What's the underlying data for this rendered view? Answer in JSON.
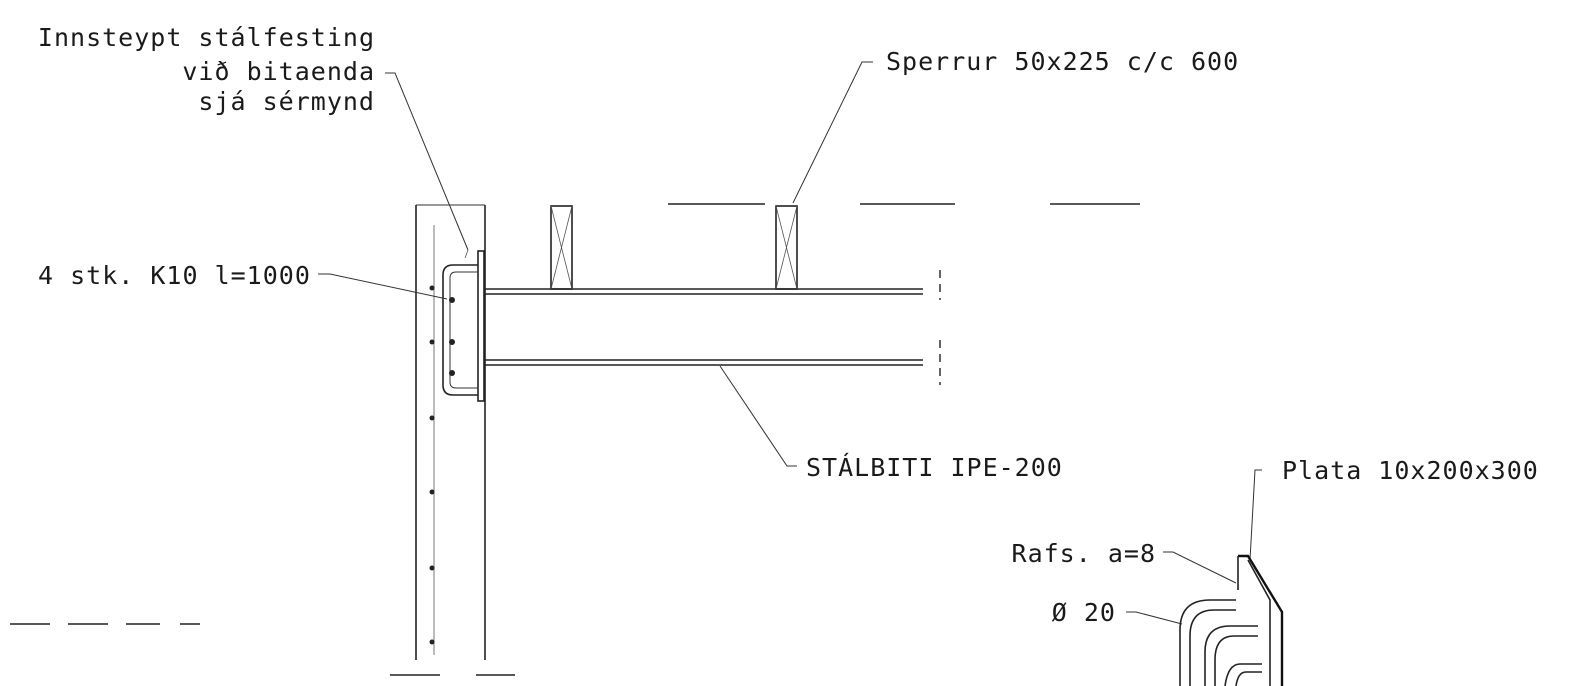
{
  "labels": {
    "anchor_line1": "Innsteypt stálfesting",
    "anchor_line2": "við bitaenda",
    "anchor_line3": "sjá sérmynd",
    "rafters": "Sperrur 50x225 c/c 600",
    "rebar": "4 stk. K10 l=1000",
    "beam": "STÁLBITI IPE-200",
    "plate": "Plata 10x200x300",
    "weld": "Rafs. a=8",
    "bar_dia": "Ø 20"
  }
}
